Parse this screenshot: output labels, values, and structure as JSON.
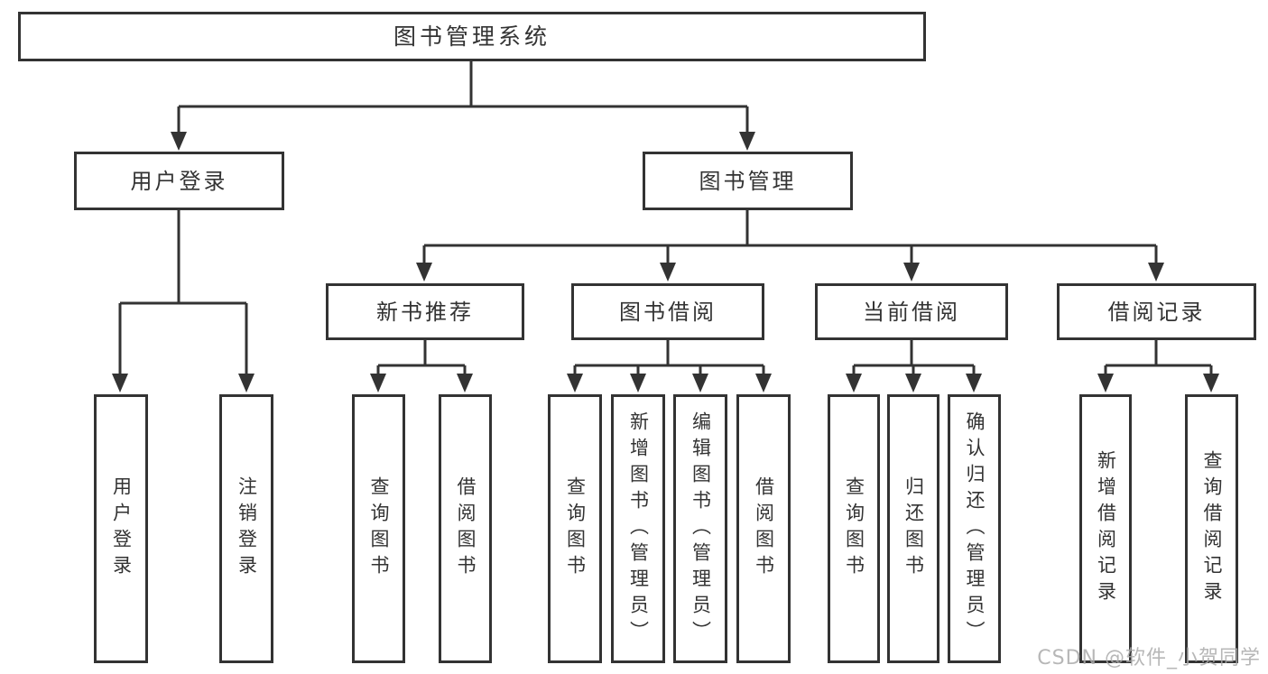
{
  "tree": {
    "root": {
      "label": "图书管理系统"
    },
    "branches": [
      {
        "label": "用户登录",
        "children": [
          {
            "label": "用户登录"
          },
          {
            "label": "注销登录"
          }
        ]
      },
      {
        "label": "图书管理",
        "groups": [
          {
            "label": "新书推荐",
            "children": [
              {
                "label": "查询图书"
              },
              {
                "label": "借阅图书"
              }
            ]
          },
          {
            "label": "图书借阅",
            "children": [
              {
                "label": "查询图书"
              },
              {
                "label": "新增图书（管理员）"
              },
              {
                "label": "编辑图书（管理员）"
              },
              {
                "label": "借阅图书"
              }
            ]
          },
          {
            "label": "当前借阅",
            "children": [
              {
                "label": "查询图书"
              },
              {
                "label": "归还图书"
              },
              {
                "label": "确认归还（管理员）"
              }
            ]
          },
          {
            "label": "借阅记录",
            "children": [
              {
                "label": "新增借阅记录"
              },
              {
                "label": "查询借阅记录"
              }
            ]
          }
        ]
      }
    ]
  },
  "watermark": {
    "text": "CSDN @软件_小贺同学"
  },
  "colors": {
    "line": "#333333",
    "text": "#333333",
    "background": "#ffffff",
    "watermark": "#aaaaaa"
  }
}
